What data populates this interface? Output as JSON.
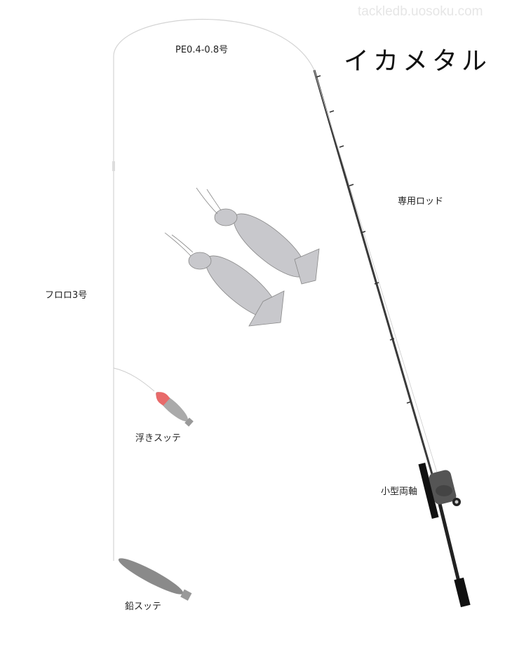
{
  "watermark": "tackledb.uosoku.com",
  "title": "イカメタル",
  "labels": {
    "main_line": "PE0.4-0.8号",
    "rod": "専用ロッド",
    "leader": "フロロ3号",
    "float_sutte": "浮きスッテ",
    "reel": "小型両軸",
    "lead_sutte": "鉛スッテ"
  },
  "colors": {
    "line": "#d0d0d0",
    "rod": "#333333",
    "sutte_head": "#e86a6a",
    "sutte_body": "#aaaaaa",
    "lead_body": "#8a8a8a"
  }
}
